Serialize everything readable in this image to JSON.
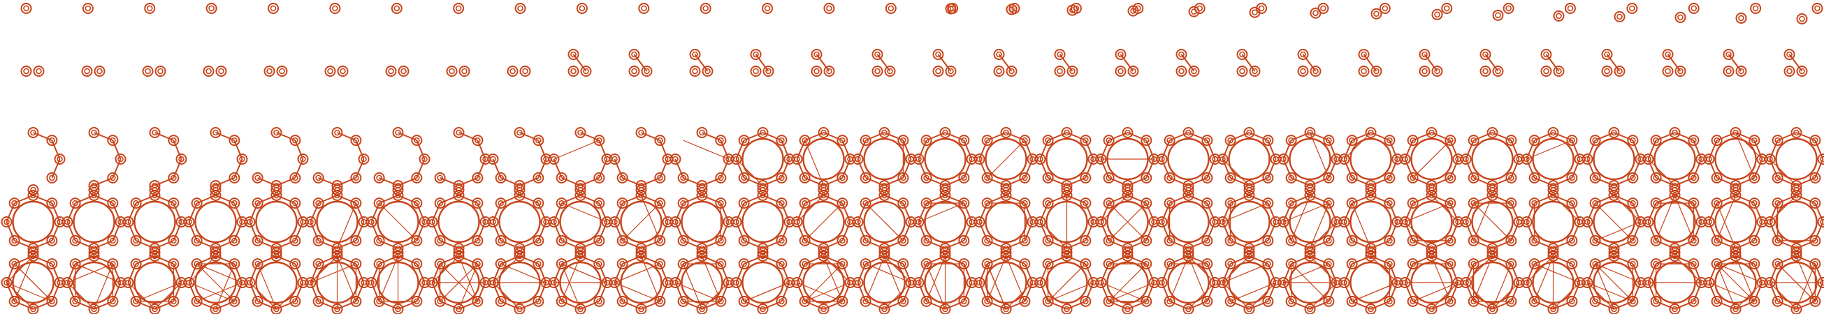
{
  "pattern": {
    "description_kind": "decorative-generative-pattern",
    "stroke_color": "#c8441a",
    "background_color": "#ffffff",
    "columns": 30,
    "rows_per_column": 5,
    "nodes_per_ring": 8,
    "final_row_chords": 9,
    "growth_start_fraction": 0.0,
    "growth_end_fraction": 1.0
  }
}
